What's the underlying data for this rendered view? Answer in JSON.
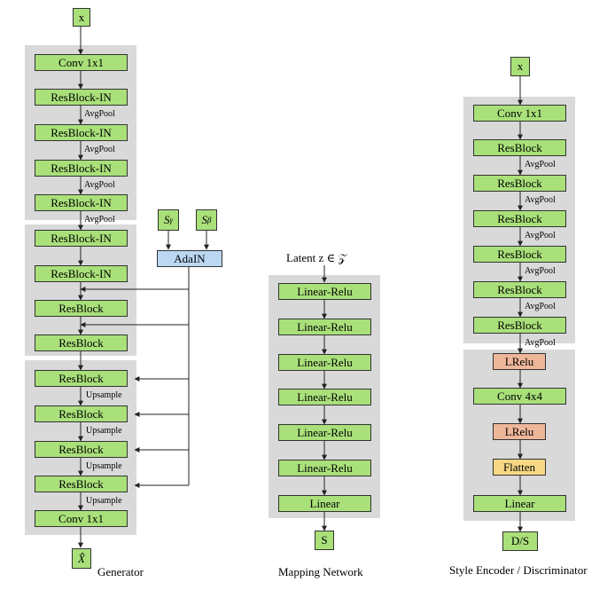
{
  "generator": {
    "input": "x",
    "blocks": [
      "Conv 1x1",
      "ResBlock-IN",
      "ResBlock-IN",
      "ResBlock-IN",
      "ResBlock-IN",
      "ResBlock-IN",
      "ResBlock-IN",
      "ResBlock",
      "ResBlock",
      "ResBlock",
      "ResBlock",
      "ResBlock",
      "ResBlock",
      "Conv 1x1"
    ],
    "down_label": "AvgPool",
    "up_label": "Upsample",
    "style_gamma": "S",
    "style_gamma_sub": "γ",
    "style_beta": "S",
    "style_beta_sub": "β",
    "adain": "AdaIN",
    "output": "X̂",
    "caption": "Generator"
  },
  "mapping": {
    "latent": "Latent z ∈ 𝒵",
    "blocks": [
      "Linear-Relu",
      "Linear-Relu",
      "Linear-Relu",
      "Linear-Relu",
      "Linear-Relu",
      "Linear-Relu",
      "Linear"
    ],
    "output": "S",
    "caption": "Mapping Network"
  },
  "encoder": {
    "input": "x",
    "blocks": [
      "Conv 1x1",
      "ResBlock",
      "ResBlock",
      "ResBlock",
      "ResBlock",
      "ResBlock",
      "ResBlock"
    ],
    "down_label": "AvgPool",
    "head": [
      "LRelu",
      "Conv 4x4",
      "LRelu",
      "Flatten",
      "Linear"
    ],
    "output": "D/S",
    "caption": "Style Encoder / Discriminator"
  },
  "colors": {
    "block_green": "#a9e07a",
    "adain_blue": "#bcd7f2",
    "lrelu_orange": "#eeb79a",
    "flatten_yellow": "#f7d886",
    "panel_gray": "#d9d9d9"
  }
}
